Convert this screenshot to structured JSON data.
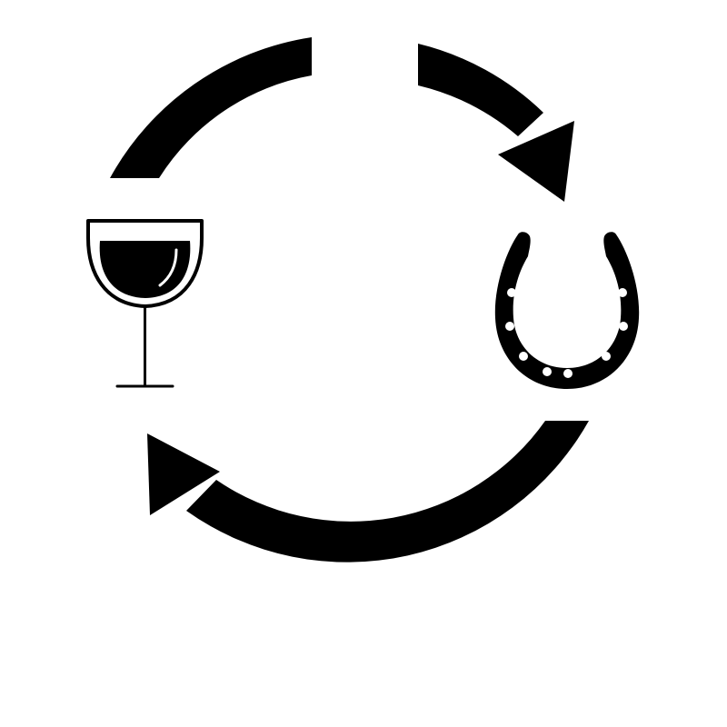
{
  "diagram": {
    "type": "cycle",
    "colors": {
      "ink": "#000000",
      "background": "#ffffff"
    },
    "nodes": [
      {
        "id": "wine",
        "icon": "wine-glass-icon"
      },
      {
        "id": "horseshoe",
        "icon": "horseshoe-icon"
      }
    ],
    "arrows": [
      {
        "id": "top-left-arc",
        "from": "wine",
        "to": "top",
        "arrowhead": false
      },
      {
        "id": "top-right-arc",
        "from": "top",
        "to": "horseshoe",
        "arrowhead": true
      },
      {
        "id": "bottom-arc",
        "from": "horseshoe",
        "to": "wine",
        "arrowhead": true
      }
    ]
  }
}
